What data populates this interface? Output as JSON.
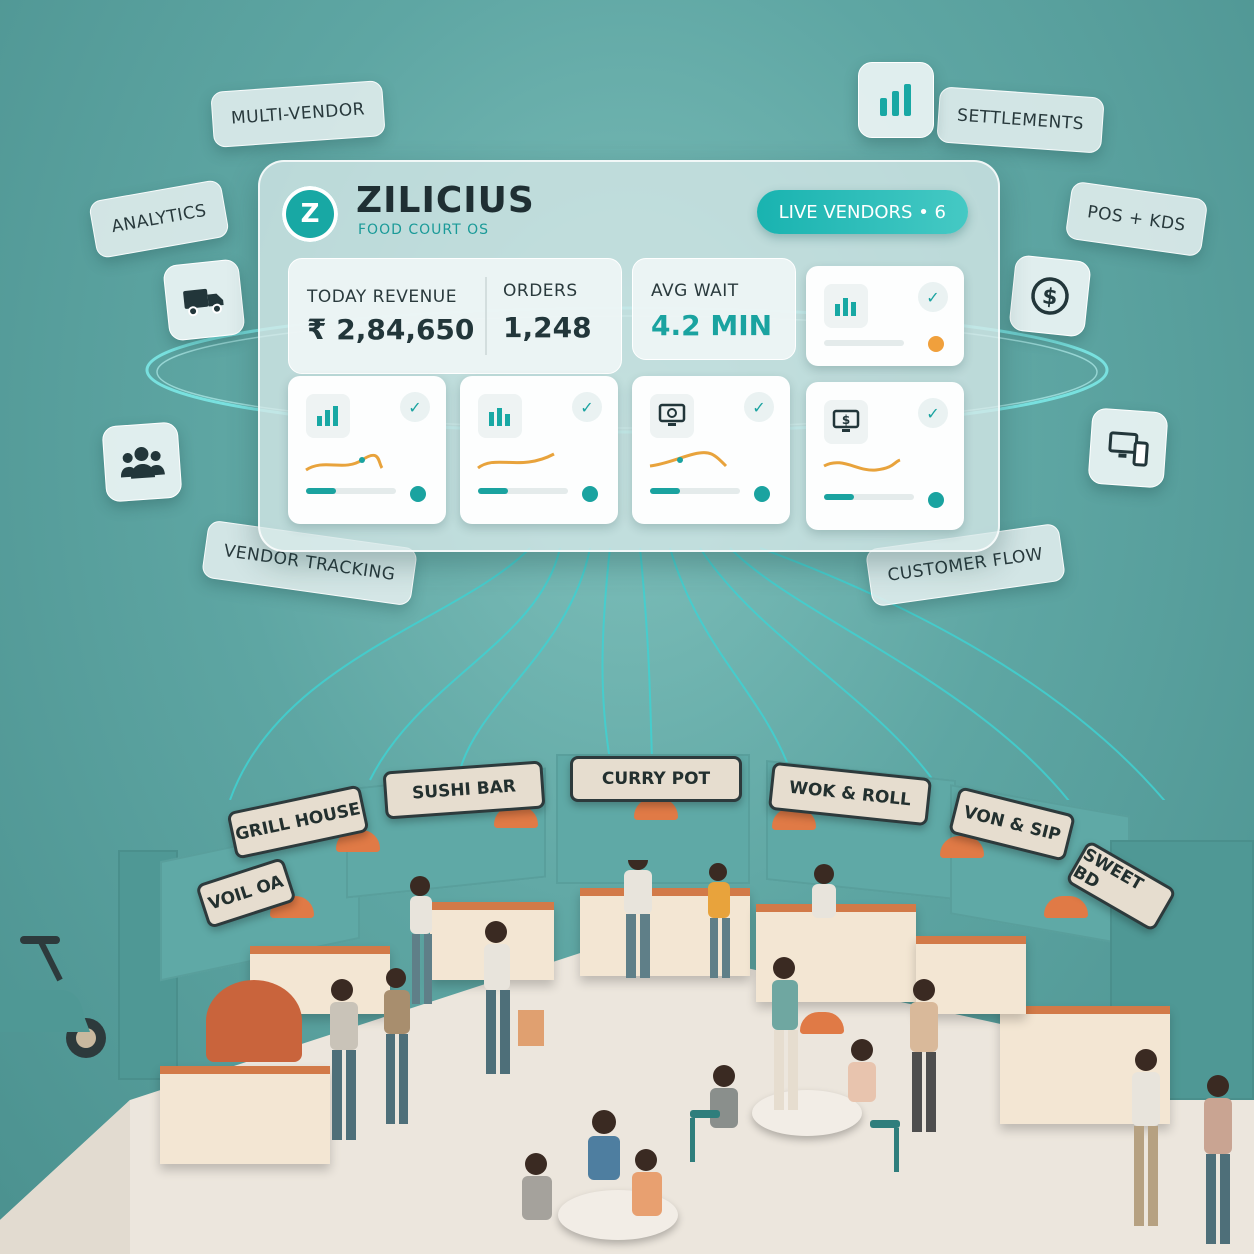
{
  "tags": {
    "multi_vendor": "MULTI-VENDOR",
    "analytics": "ANALYTICS",
    "settlements": "SETTLEMENTS",
    "pos_kds": "POS + KDS",
    "vendor_tracking": "VENDOR TRACKING",
    "customer_flow": "CUSTOMER FLOW"
  },
  "dashboard": {
    "logo_letter": "Z",
    "brand": "ZILICIUS",
    "subtitle": "FOOD COURT OS",
    "live_badge": "LIVE VENDORS • 6",
    "stats": {
      "revenue_label": "TODAY REVENUE",
      "revenue_value": "₹ 2,84,650",
      "orders_label": "ORDERS",
      "orders_value": "1,248",
      "wait_label": "AVG WAIT",
      "wait_value": "4.2 MIN"
    }
  },
  "stalls": {
    "grill": "GRILL HOUSE",
    "sushi": "SUSHI BAR",
    "curry": "CURRY POT",
    "wok": "WOK & ROLL",
    "sip": "VON & SIP",
    "sweet": "SWEET BD",
    "left": "VOIL OA"
  },
  "colors": {
    "accent": "#18a8a4",
    "lamp": "#e07a46"
  }
}
